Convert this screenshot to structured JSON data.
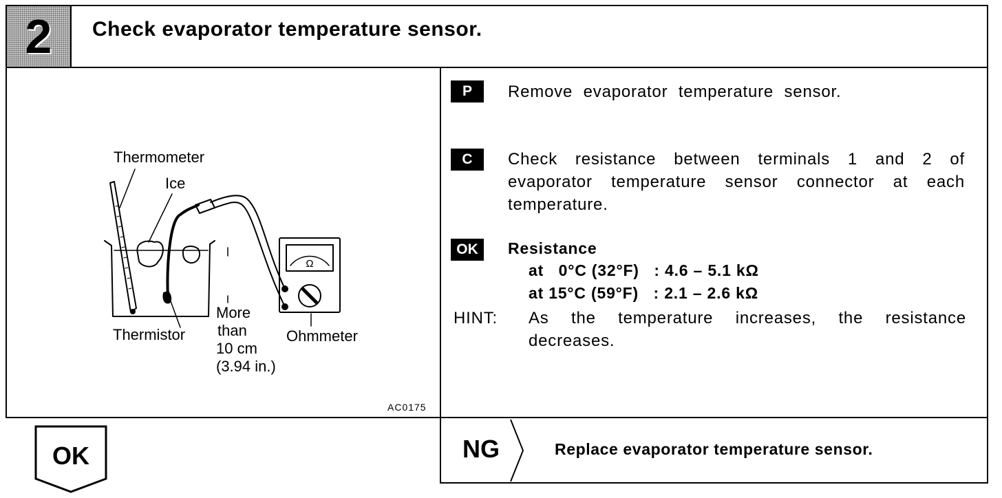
{
  "header": {
    "step_number": "2",
    "title": "Check evaporator temperature sensor."
  },
  "illustration": {
    "labels": {
      "thermometer": "Thermometer",
      "ice": "Ice",
      "thermistor": "Thermistor",
      "distance": [
        "More",
        "than",
        "10 cm",
        "(3.94 in.)"
      ],
      "ohmmeter": "Ohmmeter",
      "meter_symbol": "Ω"
    },
    "figure_code": "AC0175"
  },
  "steps": [
    {
      "badge": "P",
      "text": "Remove evaporator temperature sensor."
    },
    {
      "badge": "C",
      "text": "Check resistance between terminals 1 and 2 of evaporator temperature sensor connector at each temperature."
    }
  ],
  "ok_spec": {
    "badge": "OK",
    "heading": "Resistance",
    "rows": [
      "at   0°C (32°F)   : 4.6 – 5.1 kΩ",
      "at 15°C (59°F)   : 2.1 – 2.6 kΩ"
    ]
  },
  "hint": {
    "label": "HINT:",
    "text": "As the temperature increases, the resistance decreases."
  },
  "results": {
    "ok_label": "OK",
    "ng_label": "NG",
    "ng_action": "Replace evaporator temperature sensor."
  }
}
